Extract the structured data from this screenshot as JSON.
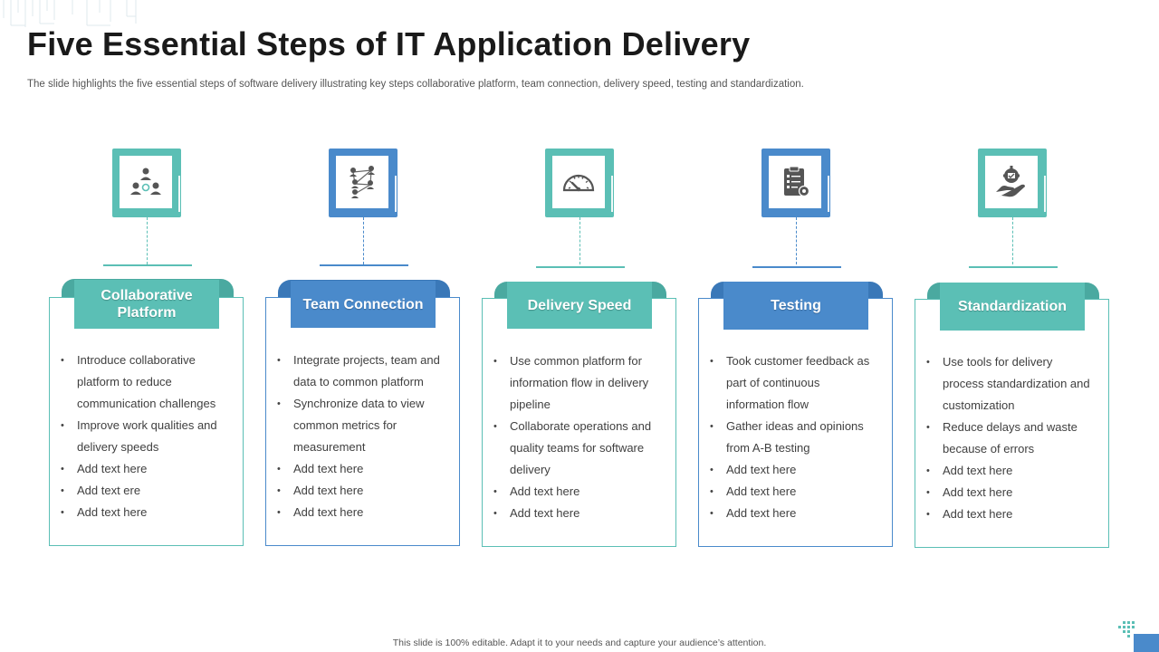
{
  "title": "Five Essential Steps of IT Application Delivery",
  "subtitle": "The slide highlights the five essential steps of software delivery illustrating key steps collaborative platform, team connection, delivery speed, testing and standardization.",
  "footer": "This slide is 100% editable.  Adapt it to your needs and capture your audience’s attention.",
  "colors": {
    "teal": "#5bbfb5",
    "blue": "#4a8acb",
    "card_border_teal": "#5bbfb5",
    "card_border_blue": "#4a8acb"
  },
  "steps": [
    {
      "label": "Collaborative Platform",
      "icon": "team-collaboration-icon",
      "color": "#5bbfb5",
      "bullets": [
        "Introduce collaborative platform to reduce communication challenges",
        "Improve  work qualities and delivery speeds",
        "Add text here",
        "Add text ere",
        "Add text here"
      ]
    },
    {
      "label": "Team Connection",
      "icon": "network-people-icon",
      "color": "#4a8acb",
      "bullets": [
        "Integrate projects, team and data to common platform",
        "Synchronize data to view common metrics for measurement",
        "Add text here",
        "Add text here",
        "Add text here"
      ]
    },
    {
      "label": "Delivery Speed",
      "icon": "speedometer-icon",
      "color": "#5bbfb5",
      "bullets": [
        "Use common platform for information flow in delivery pipeline",
        "Collaborate operations and quality teams for software delivery",
        "Add text here",
        "Add text here"
      ]
    },
    {
      "label": "Testing",
      "icon": "checklist-gear-icon",
      "color": "#4a8acb",
      "bullets": [
        "Took customer feedback as part of continuous information flow",
        "Gather ideas and opinions from A-B testing",
        "Add text here",
        "Add text here",
        "Add text here"
      ]
    },
    {
      "label": "Standardization",
      "icon": "hand-gear-icon",
      "color": "#5bbfb5",
      "bullets": [
        "Use tools for delivery process standardization and customization",
        "Reduce delays and waste because of errors",
        "Add text here",
        "Add text here",
        "Add text here"
      ]
    }
  ]
}
